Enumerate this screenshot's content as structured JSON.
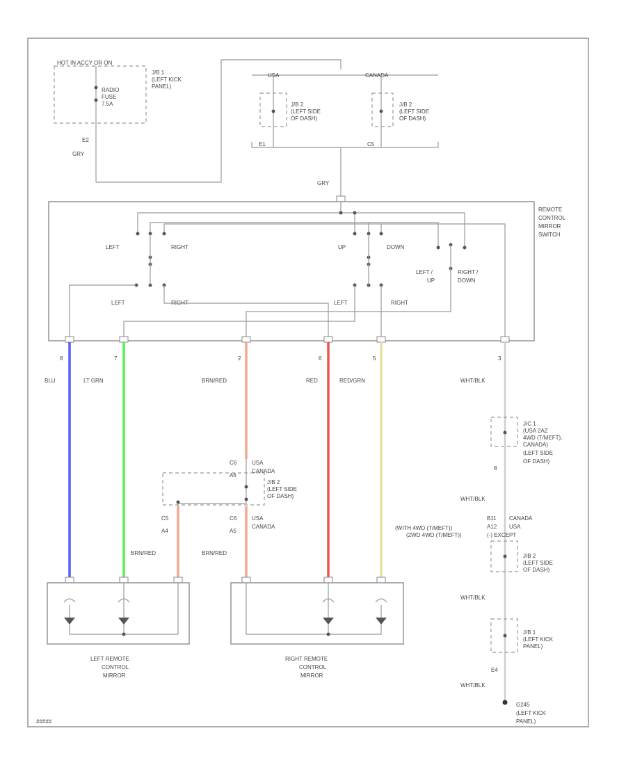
{
  "labels": {
    "hot_always": "HOT IN ACCY OR ON",
    "jb1_top": [
      "J/B 1",
      "(LEFT KICK",
      "PANEL)"
    ],
    "radio_fuse": [
      "RADIO",
      "FUSE",
      "7.5A"
    ],
    "e2": "E2",
    "gry_top": "GRY",
    "usa": "USA",
    "canada": "CANADA",
    "jb2_usa": [
      "J/B 2",
      "(LEFT SIDE",
      "OF DASH)"
    ],
    "jb2_can": [
      "J/B 2",
      "(LEFT SIDE",
      "OF DASH)"
    ],
    "e1": "E1",
    "c5": "C5",
    "gry_mid": "GRY",
    "switch_name": [
      "REMOTE",
      "CONTROL",
      "MIRROR",
      "SWITCH"
    ],
    "left_top": "LEFT",
    "right_top": "RIGHT",
    "up": "UP",
    "down": "DOWN",
    "left_up": [
      "LEFT /",
      "UP"
    ],
    "right_down": [
      "RIGHT /",
      "DOWN"
    ],
    "left_bot": "LEFT",
    "right_bot1": "RIGHT",
    "left_bot2": "LEFT",
    "right_bot2": "RIGHT",
    "pin_nums": [
      "8",
      "7",
      "2",
      "6",
      "5",
      "3"
    ],
    "wire_blu": "BLU",
    "wire_ltgrn": "LT GRN",
    "wire_brnred": "BRN/RED",
    "wire_red": "RED",
    "wire_redgrn": "RED/GRN",
    "wire_whtblk1": "WHT/BLK",
    "c6": "C6",
    "a6": "A6",
    "usa2": "USA",
    "canada2": "CANADA",
    "jb2_mid": [
      "J/B 2",
      "(LEFT SIDE",
      "OF DASH)"
    ],
    "c5b": "C5",
    "a4": "A4",
    "c6b": "C6",
    "a5": "A5",
    "usa3": "USA",
    "canada3": "CANADA",
    "brnred_l": "BRN/RED",
    "brnred_r": "BRN/RED",
    "jc1": [
      "J/C 1",
      "(USA 2AZ",
      "4WD (T/MEFT),",
      "CANADA)",
      "(LEFT SIDE",
      "OF DASH)"
    ],
    "pin_jc": "8",
    "wire_whtblk2": "WHT/BLK",
    "canada4": "CANADA",
    "usa4": "USA",
    "b11": "B11",
    "a12": "A12",
    "tcondition": [
      "(WITH 4WD (T/MEFT))",
      "(2WD 4WD (T/MEFT))",
      "(-) EXCEPT"
    ],
    "jb2_low": [
      "J/B 2",
      "(LEFT SIDE",
      "OF DASH)"
    ],
    "wire_whtblk3": "WHT/BLK",
    "jb1_low": [
      "J/B 1",
      "(LEFT KICK",
      "PANEL)"
    ],
    "e4": "E4",
    "wire_whtblk4": "WHT/BLK",
    "ground": [
      "G245",
      "(LEFT KICK",
      "PANEL)"
    ],
    "left_mirror": [
      "LEFT REMOTE",
      "CONTROL",
      "MIRROR"
    ],
    "right_mirror": [
      "RIGHT REMOTE",
      "CONTROL",
      "MIRROR"
    ],
    "corner_code": "#####"
  },
  "colors": {
    "blu": "#5a5aff",
    "ltgrn": "#55ee55",
    "brnred": "#f2a890",
    "red": "#ee5555",
    "redgrn": "#e8e0a0",
    "whtblk": "#cfcfcf"
  }
}
